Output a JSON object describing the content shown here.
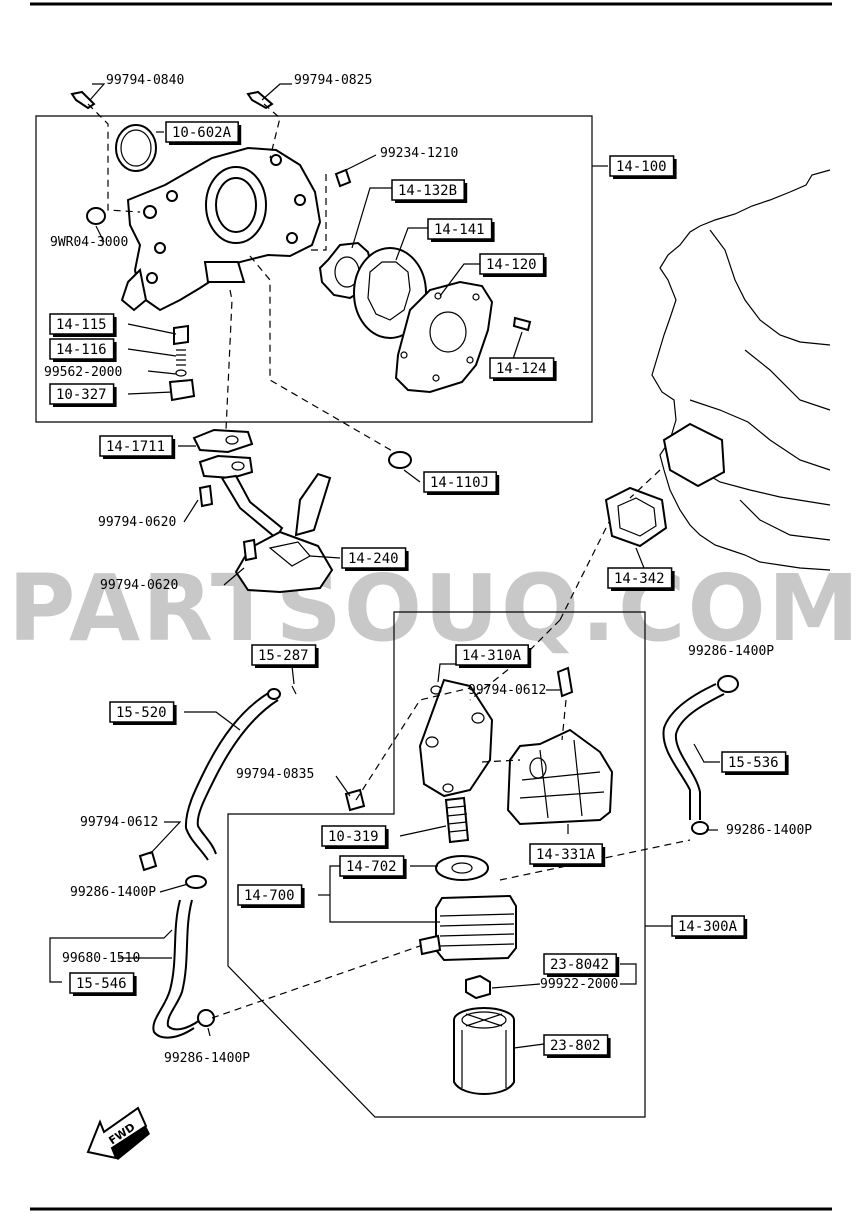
{
  "watermark": "PARTSOUQ.COM",
  "fwd_label": "FWD",
  "boxed_labels": [
    "10-602A",
    "14-100",
    "14-132B",
    "14-141",
    "14-120",
    "14-115",
    "14-116",
    "10-327",
    "14-124",
    "14-1711",
    "14-110J",
    "14-240",
    "14-342",
    "15-287",
    "14-310A",
    "15-520",
    "15-536",
    "14-331A",
    "10-319",
    "14-702",
    "14-700",
    "14-300A",
    "23-8042",
    "15-546",
    "23-802"
  ],
  "plain_labels": [
    "99794-0840",
    "99794-0825",
    "99234-1210",
    "9WR04-3000",
    "99562-2000",
    "99794-0620",
    "99794-0620",
    "99286-1400P",
    "99794-0612",
    "99794-0835",
    "99286-1400P",
    "99794-0612",
    "99286-1400P",
    "99680-1510",
    "99922-2000",
    "99286-1400P"
  ]
}
